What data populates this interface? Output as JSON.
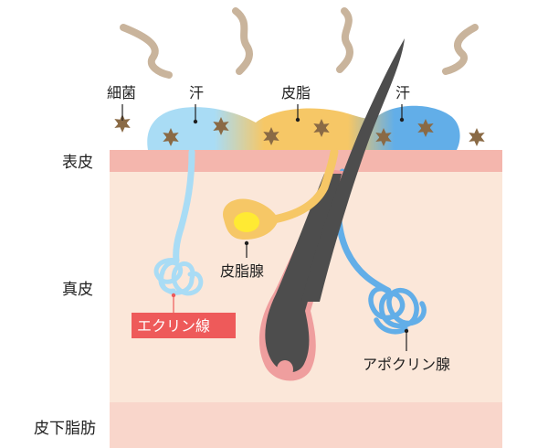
{
  "layers": {
    "epidermis": "表皮",
    "dermis": "真皮",
    "subcutaneous": "皮下脂肪"
  },
  "surface_labels": {
    "bacteria": "細菌",
    "sweat_left": "汗",
    "sebum": "皮脂",
    "sweat_right": "汗"
  },
  "gland_labels": {
    "sebaceous": "皮脂腺",
    "eccrine": "エクリン線",
    "apocrine": "アポクリン腺"
  },
  "colors": {
    "epidermis": "#f4b6ad",
    "dermis": "#fbe7d9",
    "subcutaneous": "#f9d6cb",
    "sweat": "#a9dcf5",
    "sebum": "#f6c766",
    "apocrine_sweat": "#62aee8",
    "hair": "#4d4d4d",
    "follicle": "#ef9e9e",
    "bacteria": "#8a6a45",
    "odor": "#c9b49c",
    "eccrine_tag": "#ee5a5a"
  }
}
